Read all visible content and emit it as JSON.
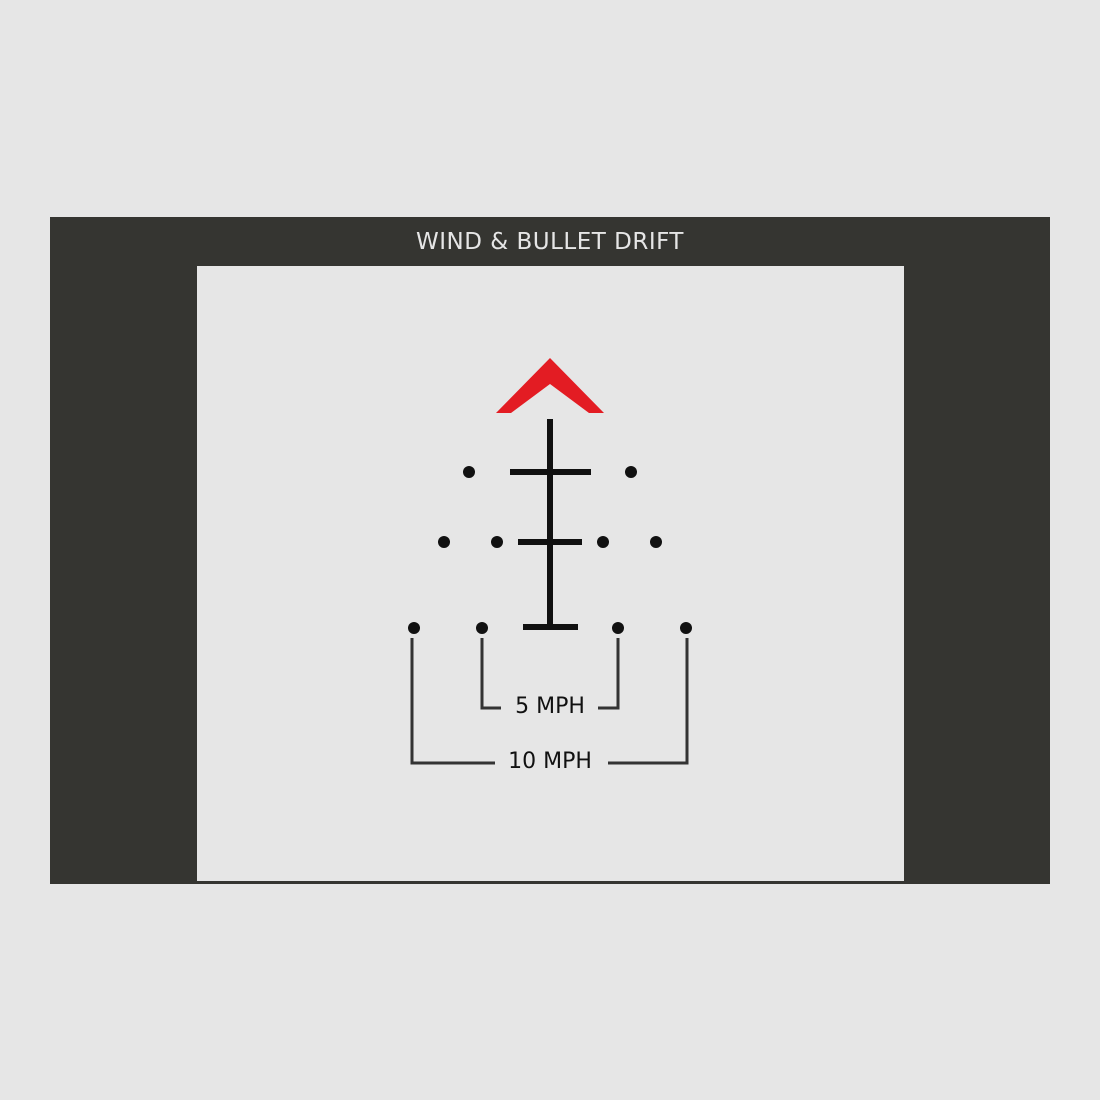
{
  "header": {
    "title": "WIND & BULLET DRIFT"
  },
  "reticle": {
    "label_inner": "5 MPH",
    "label_outer": "10 MPH"
  },
  "colors": {
    "background": "#e6e6e6",
    "panel": "#353531",
    "chevron": "#e31c23",
    "reticle_ink": "#111111",
    "bracket": "#333333"
  },
  "icons": {
    "chevron": "red-chevron-icon"
  }
}
